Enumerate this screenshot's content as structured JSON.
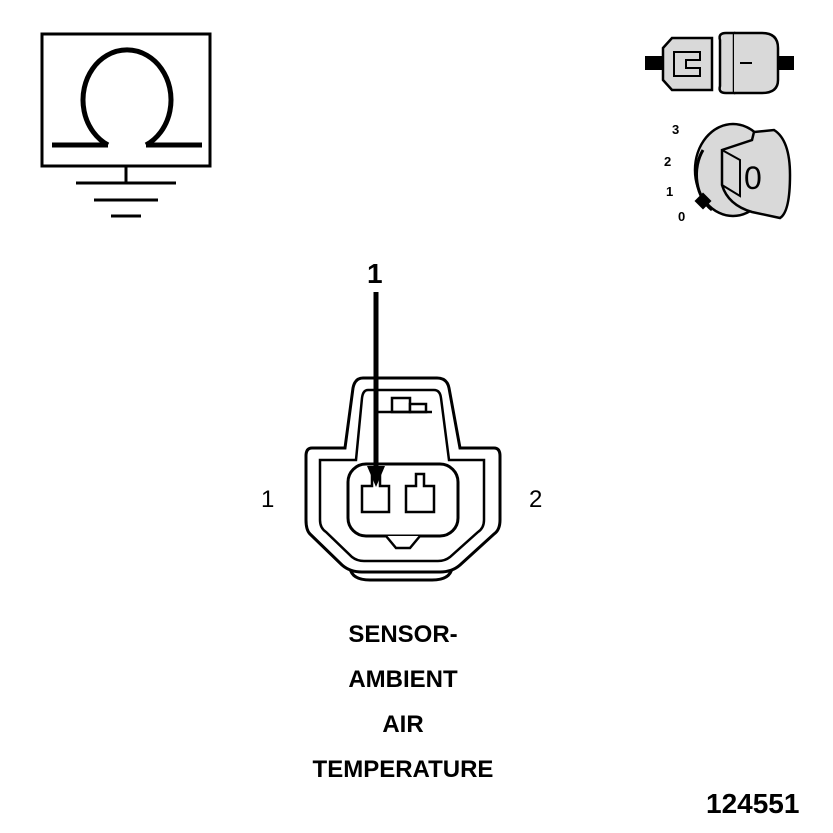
{
  "callout": {
    "number": "1"
  },
  "connector": {
    "pin_left": "1",
    "pin_right": "2",
    "caption_lines": [
      "SENSOR-",
      "AMBIENT",
      "AIR",
      "TEMPERATURE"
    ]
  },
  "ignition": {
    "positions": [
      "3",
      "2",
      "1",
      "0"
    ],
    "key_label": "0"
  },
  "reference_number": "124551",
  "icons": {
    "meter": "ohm-ground-icon",
    "connector_disconnect": "connector-disconnected-icon",
    "ignition_key": "ignition-key-off-icon"
  },
  "colors": {
    "ink": "#000000",
    "fill": "#d9d9d9",
    "background": "#ffffff"
  }
}
